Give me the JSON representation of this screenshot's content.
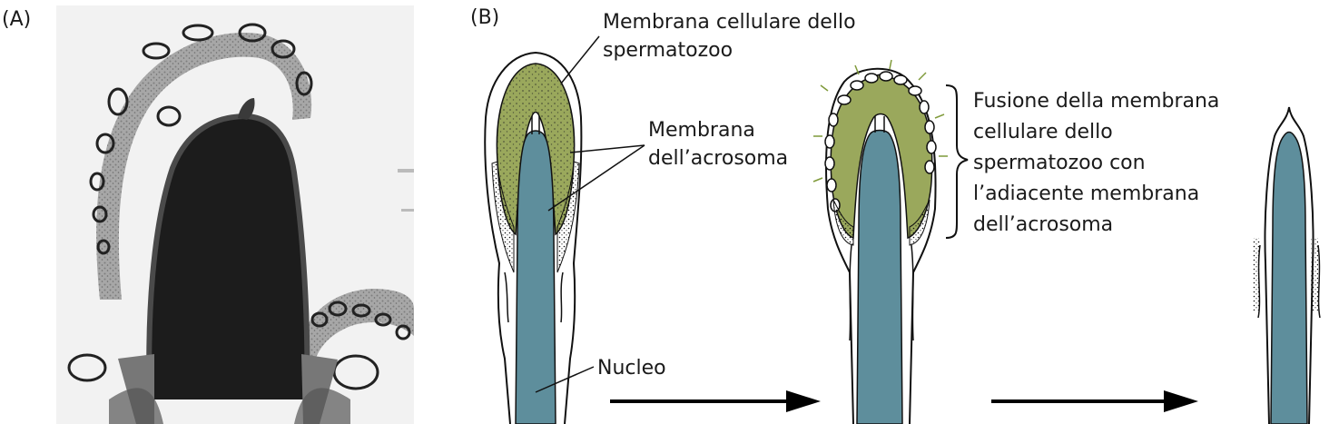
{
  "panel_a": {
    "label": "(A)"
  },
  "panel_b": {
    "label": "(B)",
    "labels": {
      "cell_membrane_line1": "Membrana cellulare dello",
      "cell_membrane_line2": "spermatozoo",
      "acrosome_membrane_line1": "Membrana",
      "acrosome_membrane_line2": "dell’acrosoma",
      "nucleus": "Nucleo",
      "fusion_line1": "Fusione della membrana",
      "fusion_line2": "cellulare dello",
      "fusion_line3": "spermatozoo con",
      "fusion_line4": "l’adiacente membrana",
      "fusion_line5": "dell’acrosoma"
    }
  },
  "colors": {
    "acrosome": "#9aa85c",
    "nucleus": "#5e8e9c",
    "outline": "#111111",
    "micrograph_bg": "#f3f3f3",
    "micrograph_dark": "#1c1c1c"
  }
}
